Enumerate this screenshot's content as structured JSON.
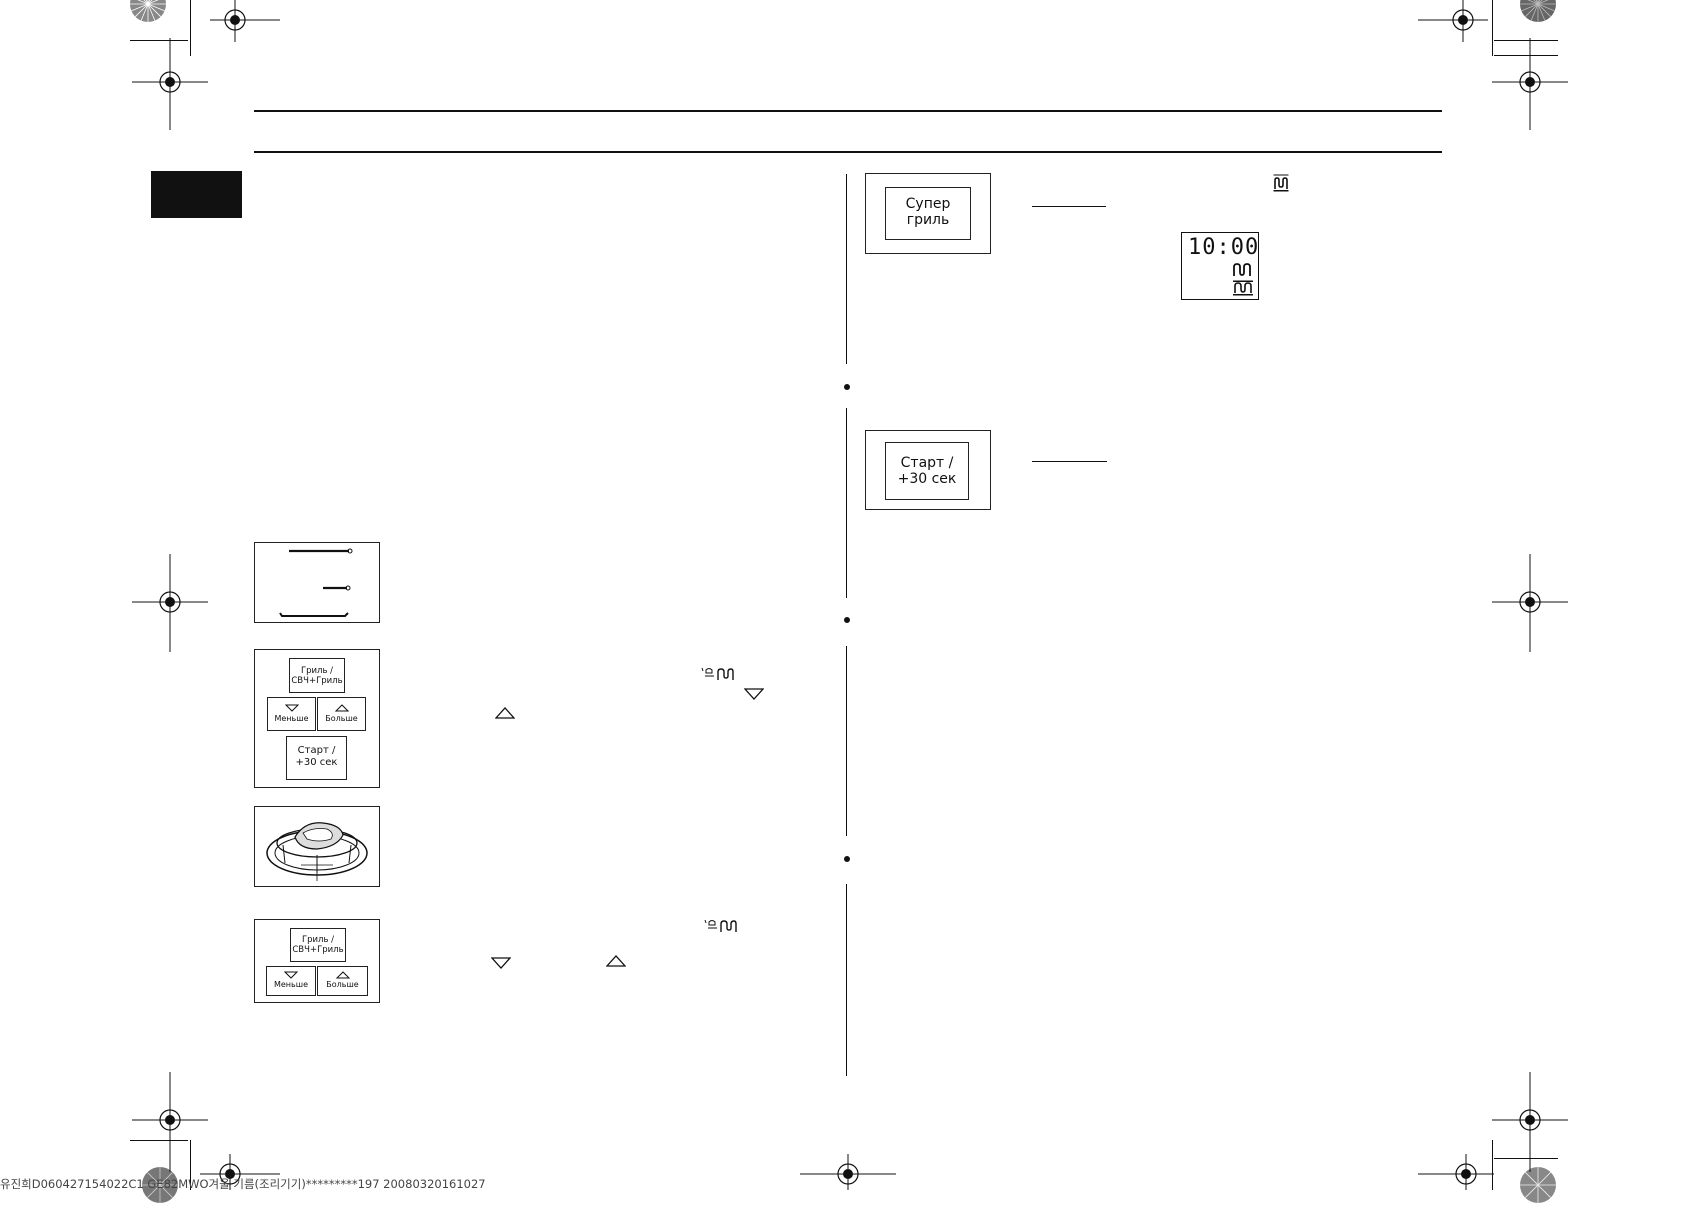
{
  "buttons": {
    "super_grill": "Супер\nгриль",
    "start_top": "Старт /\n+30 сек",
    "grill_combo_1": "Гриль /\nСВЧ+Гриль",
    "less_1": "Меньше",
    "more_1": "Больше",
    "start_bottom": "Старт /\n+30 сек",
    "grill_combo_2": "Гриль /\nСВЧ+Гриль",
    "less_2": "Меньше",
    "more_2": "Больше"
  },
  "display": {
    "time": "10:00"
  },
  "icons": {
    "registration_mark": "registration-mark-icon",
    "color_wheel": "color-wheel-icon",
    "grill_symbol": "grill-icon",
    "combo_symbol": "microwave-grill-combo-icon",
    "triangle_up": "triangle-up-icon",
    "triangle_down": "triangle-down-icon"
  },
  "footer": {
    "print_info": "유진희D060427154022C1 GE82MWO겨울 기름(조리기기)*********197 20080320161027"
  }
}
